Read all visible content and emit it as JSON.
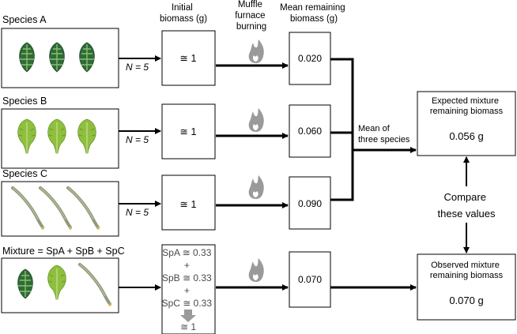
{
  "headers": {
    "initial": [
      "Initial",
      "biomass (g)"
    ],
    "furnace": [
      "Muffle",
      "furnace",
      "burning"
    ],
    "remaining": [
      "Mean remaining",
      "biomass (g)"
    ]
  },
  "species": [
    {
      "label": "Species A",
      "n": "N = 5",
      "initial": "≅ 1",
      "remaining": "0.020"
    },
    {
      "label": "Species B",
      "n": "N = 5",
      "initial": "≅ 1",
      "remaining": "0.060"
    },
    {
      "label": "Species C",
      "n": "N = 5",
      "initial": "≅ 1",
      "remaining": "0.090"
    }
  ],
  "mixture": {
    "label": "Mixture = SpA + SpB + SpC",
    "lines": [
      "SpA ≅ 0.33",
      "+",
      "SpB ≅ 0.33",
      "+",
      "SpC ≅ 0.33",
      "≅ 1"
    ],
    "remaining": "0.070"
  },
  "mean_label": [
    "Mean of",
    "three species"
  ],
  "expected": {
    "title": [
      "Expected mixture",
      "remaining biomass"
    ],
    "value": "0.056 g"
  },
  "observed": {
    "title": [
      "Observed mixture",
      "remaining biomass"
    ],
    "value": "0.070 g"
  },
  "compare": [
    "Compare",
    "these values"
  ],
  "colors": {
    "leaf_a": "#2f6b3a",
    "leaf_a_stripe": "#8bbf6a",
    "leaf_b": "#8fbf3f",
    "leaf_c": "#8f9a7a",
    "flame": "#9a9a9a",
    "ink": "#000000"
  }
}
